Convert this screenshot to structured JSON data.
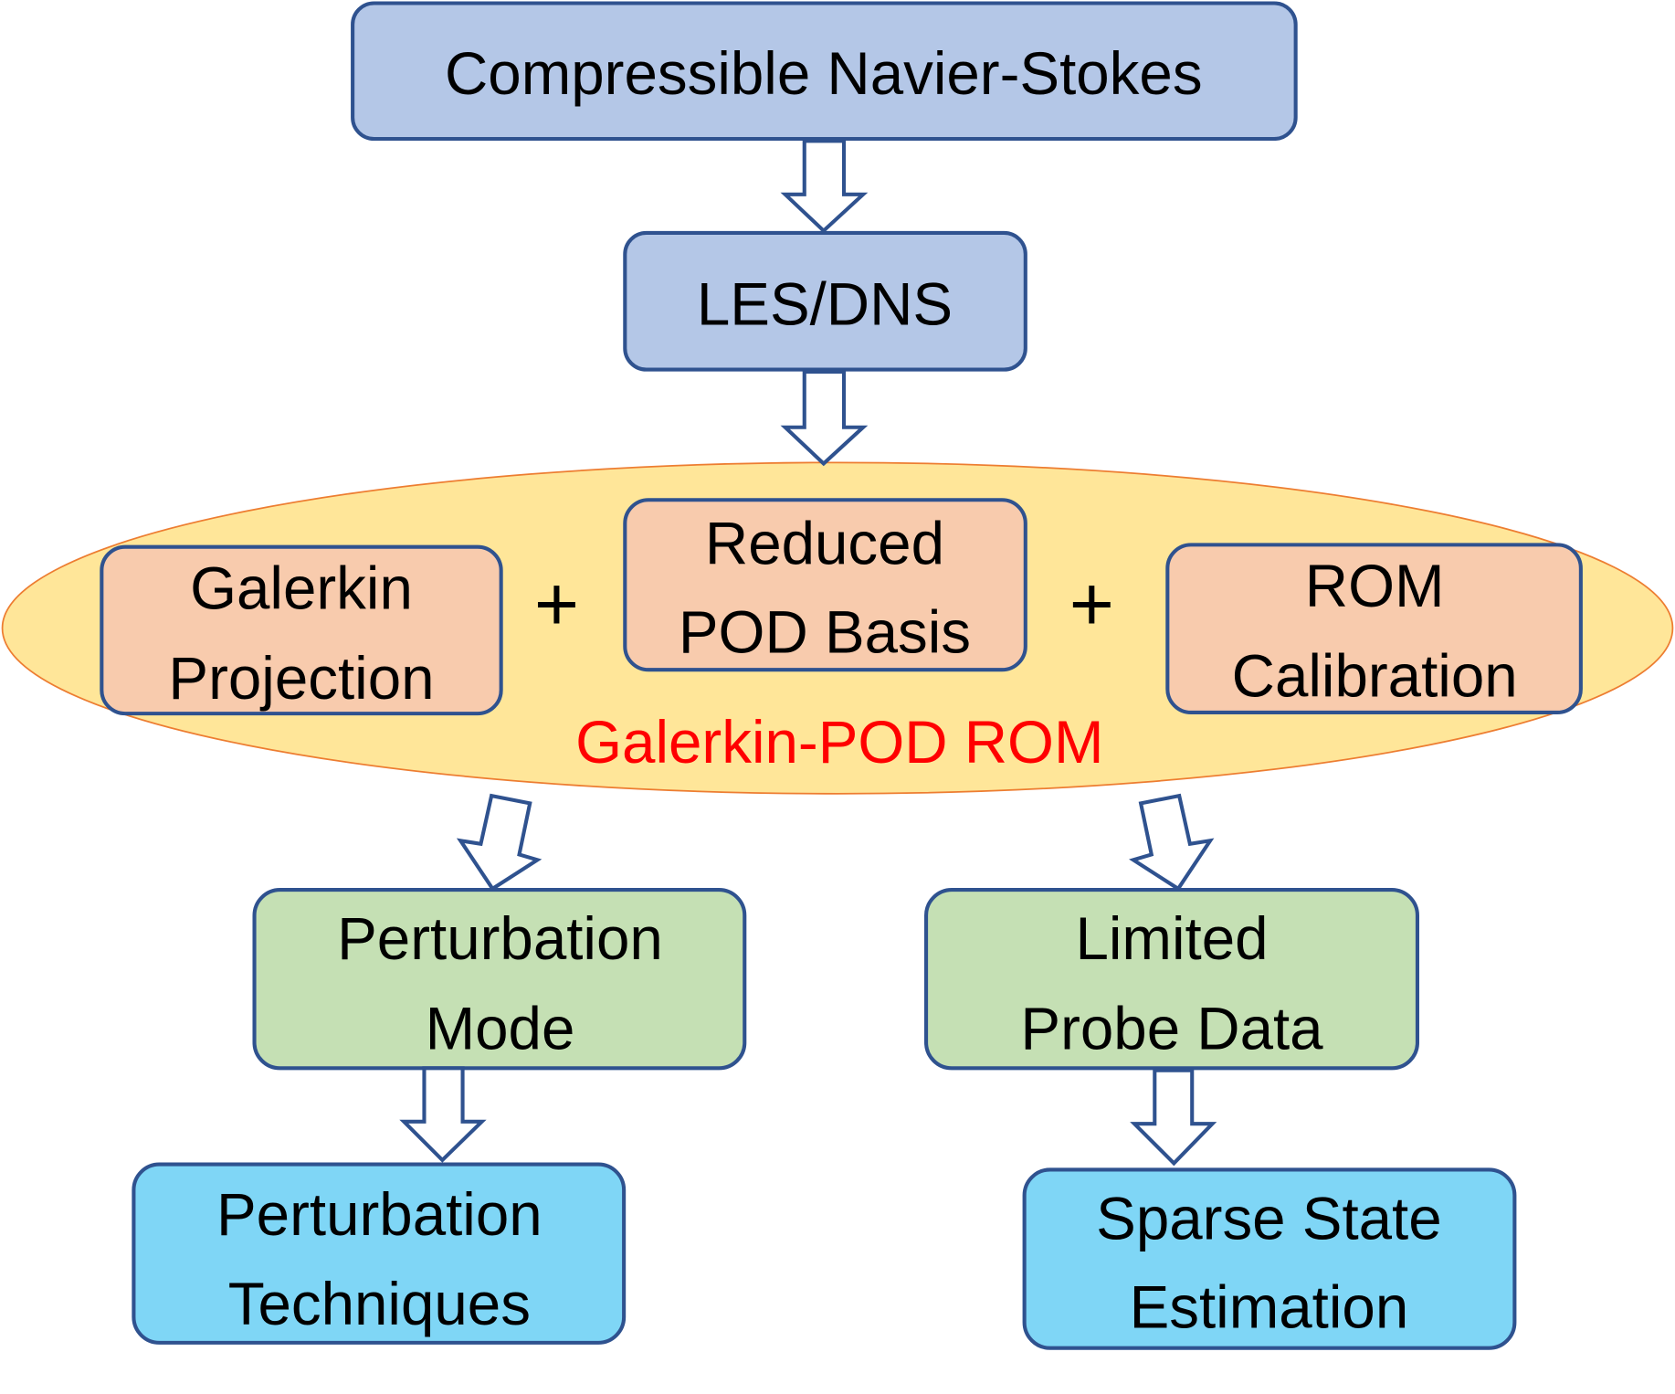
{
  "colors": {
    "top_fill": "#b4c7e7",
    "border": "#2f528f",
    "ellipse_fill": "#ffe699",
    "ellipse_stroke": "#ed7d31",
    "orange_fill": "#f8cbad",
    "green_fill": "#c5e0b4",
    "cyan_fill": "#7fd6f6",
    "rom_label": "#ff0000"
  },
  "nodes": {
    "navier_stokes": {
      "label": "Compressible Navier-Stokes"
    },
    "les_dns": {
      "label": "LES/DNS"
    },
    "galerkin_projection": {
      "lines": [
        "Galerkin",
        "Projection"
      ]
    },
    "reduced_pod_basis": {
      "lines": [
        "Reduced",
        "POD Basis"
      ]
    },
    "rom_calibration": {
      "lines": [
        "ROM",
        "Calibration"
      ]
    },
    "group_label": "Galerkin-POD ROM",
    "plus_sign": "+",
    "perturbation_mode": {
      "lines": [
        "Perturbation",
        "Mode"
      ]
    },
    "limited_probe_data": {
      "lines": [
        "Limited",
        "Probe Data"
      ]
    },
    "perturbation_techniques": {
      "lines": [
        "Perturbation",
        "Techniques"
      ]
    },
    "sparse_state_estimation": {
      "lines": [
        "Sparse State",
        "Estimation"
      ]
    }
  },
  "edges": [
    {
      "from": "Compressible Navier-Stokes",
      "to": "LES/DNS"
    },
    {
      "from": "LES/DNS",
      "to": "Galerkin-POD ROM"
    },
    {
      "from": "Galerkin-POD ROM",
      "to": "Perturbation Mode"
    },
    {
      "from": "Galerkin-POD ROM",
      "to": "Limited Probe Data"
    },
    {
      "from": "Perturbation Mode",
      "to": "Perturbation Techniques"
    },
    {
      "from": "Limited Probe Data",
      "to": "Sparse State Estimation"
    }
  ]
}
